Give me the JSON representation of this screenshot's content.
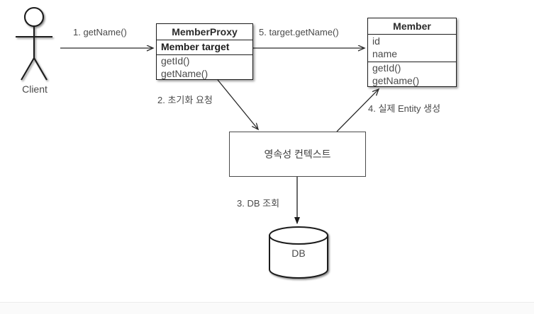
{
  "diagram": {
    "title_semantics": "jpa-lazy-loading-proxy-sequence",
    "background_color": "#ffffff",
    "stroke_color": "#1b1b1b",
    "text_color": "#4a4a4a"
  },
  "actor": {
    "name": "client-actor",
    "label": "Client"
  },
  "classes": [
    {
      "id": "member-proxy",
      "title": "MemberProxy",
      "attributes": [
        "Member target"
      ],
      "operations": [
        "getId()",
        "getName()"
      ]
    },
    {
      "id": "member",
      "title": "Member",
      "attributes": [
        "id",
        "name"
      ],
      "operations": [
        "getId()",
        "getName()"
      ]
    }
  ],
  "nodes": {
    "persistence_context": {
      "label": "영속성 컨텍스트"
    },
    "database": {
      "label": "DB"
    }
  },
  "edges": [
    {
      "id": "edge-1",
      "label": "1. getName()",
      "from": "client-actor",
      "to": "member-proxy",
      "kind": "solid-arrow"
    },
    {
      "id": "edge-2",
      "label": "2. 초기화 요청",
      "from": "member-proxy",
      "to": "persistence-context",
      "kind": "solid-arrow"
    },
    {
      "id": "edge-3",
      "label": "3. DB 조회",
      "from": "persistence-context",
      "to": "database",
      "kind": "solid-arrow"
    },
    {
      "id": "edge-4",
      "label": "4. 실제 Entity 생성",
      "from": "persistence-context",
      "to": "member",
      "kind": "solid-arrow"
    },
    {
      "id": "edge-5",
      "label": "5. target.getName()",
      "from": "member-proxy",
      "to": "member",
      "kind": "solid-arrow"
    }
  ]
}
